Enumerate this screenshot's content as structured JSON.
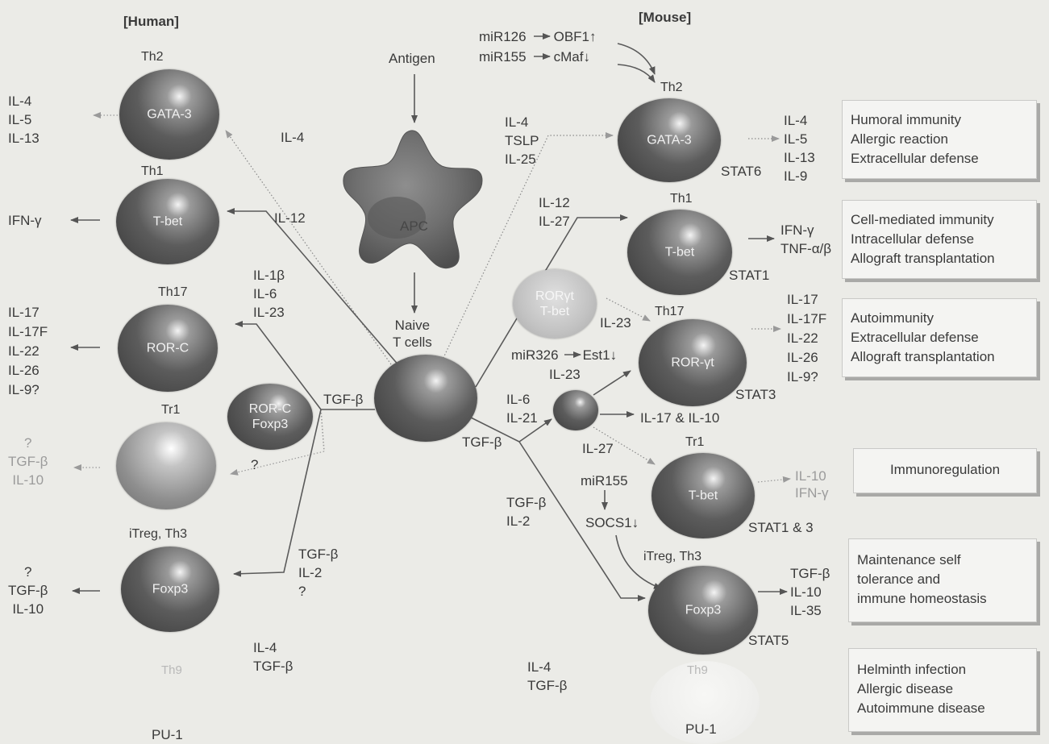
{
  "headers": {
    "human": "[Human]",
    "mouse": "[Mouse]"
  },
  "center": {
    "antigen": "Antigen",
    "apc": "APC",
    "naive": [
      "Naive",
      "T cells"
    ]
  },
  "mirna_top": [
    {
      "left": "miR126",
      "right": "OBF1",
      "dir": "↑"
    },
    {
      "left": "miR155",
      "right": "cMaf",
      "dir": "↓"
    }
  ],
  "human": {
    "th2": {
      "name": "Th2",
      "tf": "GATA-3",
      "cytokines": [
        "IL-4",
        "IL-5",
        "IL-13"
      ],
      "signal": "IL-4"
    },
    "th1": {
      "name": "Th1",
      "tf": "T-bet",
      "cytokines": [
        "IFN-γ"
      ],
      "signal": "IL-12"
    },
    "th17": {
      "name": "Th17",
      "tf": "ROR-C",
      "cytokines": [
        "IL-17",
        "IL-17F",
        "IL-22",
        "IL-26",
        "IL-9?"
      ],
      "signals": [
        "IL-1β",
        "IL-6",
        "IL-23"
      ]
    },
    "ror_foxp3": {
      "tf": [
        "ROR-C",
        "Foxp3"
      ]
    },
    "tr1": {
      "name": "Tr1",
      "cytokines": [
        "?",
        "TGF-β",
        "IL-10"
      ],
      "signal": "?"
    },
    "itreg": {
      "name": "iTreg, Th3",
      "tf": "Foxp3",
      "cytokines": [
        "?",
        "TGF-β",
        "IL-10"
      ],
      "signals": [
        "TGF-β",
        "IL-2",
        "?"
      ]
    },
    "th9": {
      "name": "Th9",
      "signals": [
        "IL-4",
        "TGF-β"
      ],
      "tf": "PU-1"
    },
    "tgf_branch": "TGF-β"
  },
  "mouse": {
    "th2": {
      "name": "Th2",
      "tf": "GATA-3",
      "stat": "STAT6",
      "cytokines": [
        "IL-4",
        "IL-5",
        "IL-13",
        "IL-9"
      ],
      "signals": [
        "IL-4",
        "TSLP",
        "IL-25"
      ]
    },
    "th1": {
      "name": "Th1",
      "tf": "T-bet",
      "stat": "STAT1",
      "cytokines": [
        "IFN-γ",
        "TNF-α/β"
      ],
      "signals": [
        "IL-12",
        "IL-27"
      ]
    },
    "roryt_tbet": {
      "tf": [
        "RORγt",
        "T-bet"
      ]
    },
    "th17": {
      "name": "Th17",
      "tf": "ROR-γt",
      "stat": "STAT3",
      "cytokines": [
        "IL-17",
        "IL-17F",
        "IL-22",
        "IL-26",
        "IL-9?"
      ],
      "signal_a": "IL-23",
      "signal_b": "IL-23",
      "mirna": "miR326",
      "mirna_target": "Est1",
      "mirna_dir": "↓"
    },
    "early": {
      "signals": [
        "IL-6",
        "IL-21"
      ],
      "product": "IL-17 & IL-10",
      "tgf": "TGF-β"
    },
    "tr1": {
      "name": "Tr1",
      "tf": "T-bet",
      "stat": "STAT1 & 3",
      "cytokines": [
        "IL-10",
        "IFN-γ"
      ],
      "signal": "IL-27",
      "mirna": "miR155",
      "target": "SOCS1",
      "target_dir": "↓"
    },
    "itreg": {
      "name": "iTreg, Th3",
      "tf": "Foxp3",
      "stat": "STAT5",
      "cytokines": [
        "TGF-β",
        "IL-10",
        "IL-35"
      ],
      "signals": [
        "TGF-β",
        "IL-2"
      ]
    },
    "th9": {
      "name": "Th9",
      "signals": [
        "IL-4",
        "TGF-β"
      ],
      "tf": "PU-1"
    }
  },
  "functions": [
    [
      "Humoral immunity",
      "Allergic reaction",
      "Extracellular defense"
    ],
    [
      "Cell-mediated immunity",
      "Intracellular defense",
      "Allograft transplantation"
    ],
    [
      "Autoimmunity",
      "Extracellular defense",
      "Allograft transplantation"
    ],
    [
      "Immunoregulation"
    ],
    [
      "Maintenance self",
      "tolerance and",
      "immune homeostasis"
    ],
    [
      "Helminth infection",
      "Allergic disease",
      "Autoimmune disease"
    ]
  ]
}
